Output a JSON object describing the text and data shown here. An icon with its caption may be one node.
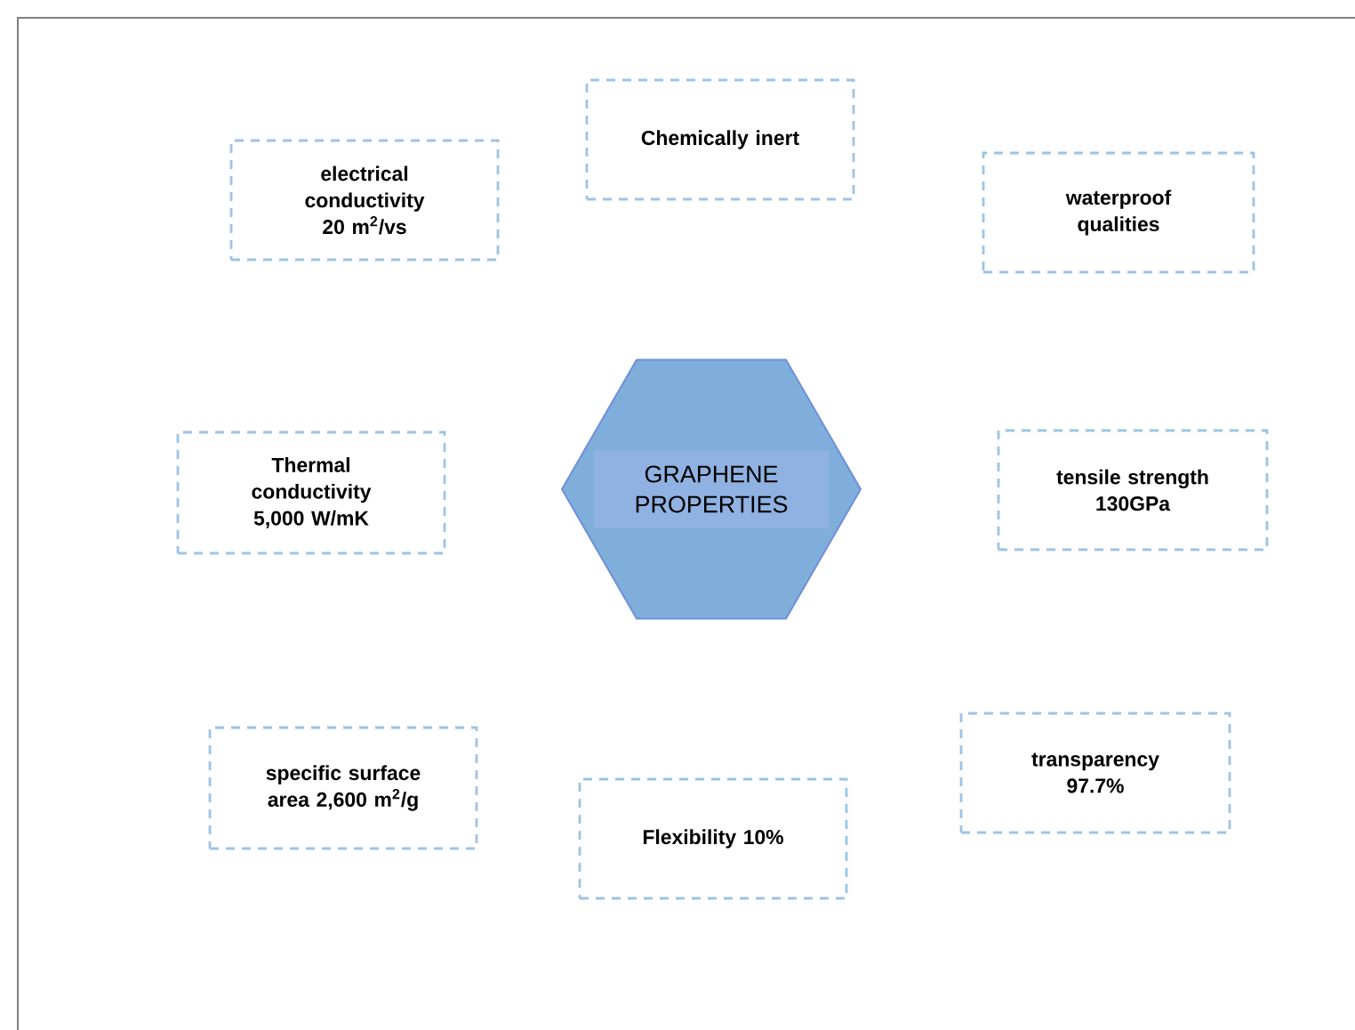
{
  "diagram": {
    "nodes": [
      {
        "text": [
          "Chemically inert"
        ]
      },
      {
        "text": [
          "electrical conductivity 20 m$^{2}$/vs"
        ]
      },
      {
        "text": [
          "waterproof qualities"
        ]
      },
      {
        "text": [
          "GRAPHENE PROPERTIES"
        ]
      },
      {
        "text": [
          "Thermal conductivity 5,000 W/mK"
        ]
      },
      {
        "text": [
          "tensile strength 130GPa"
        ]
      },
      {
        "text": [
          "transparency 97.7%"
        ]
      },
      {
        "text": [
          "specific surface area 2,600 m$^{2}$/g"
        ]
      },
      {
        "text": [
          "Flexibility 10%"
        ]
      }
    ]
  }
}
